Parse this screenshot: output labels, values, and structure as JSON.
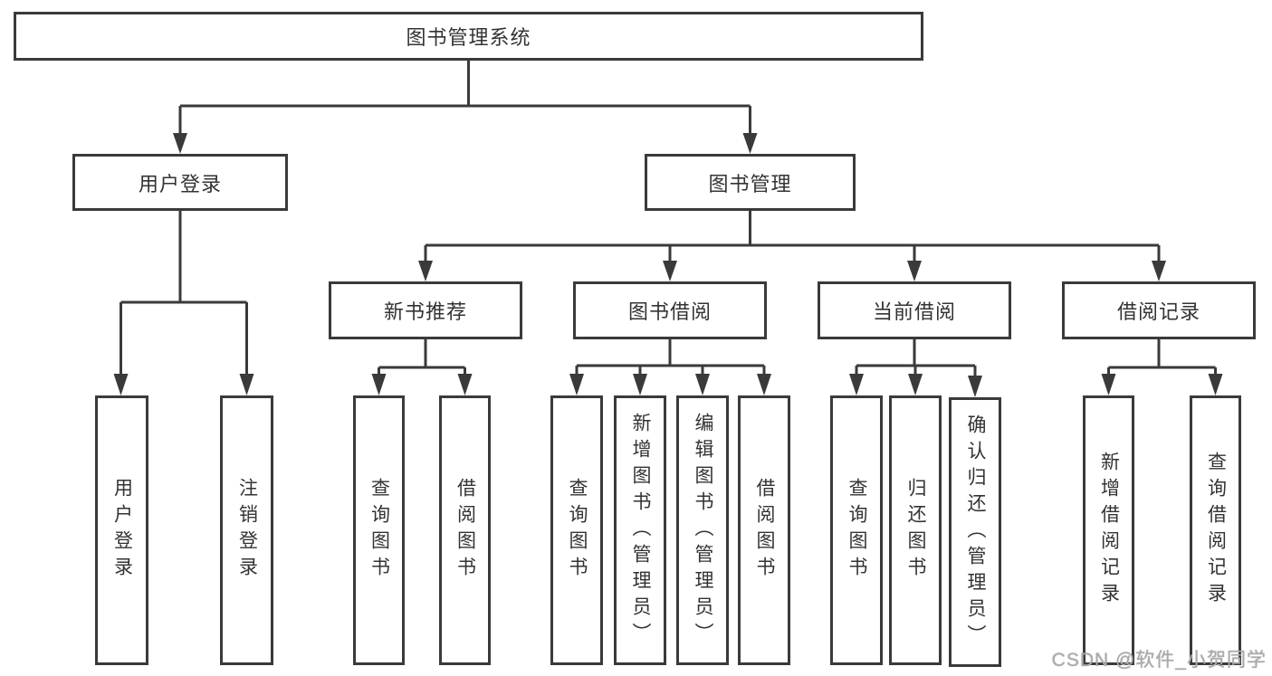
{
  "tree": {
    "root": {
      "label": "图书管理系统"
    },
    "branches": [
      {
        "label": "用户登录",
        "children": [
          {
            "label": "用户登录"
          },
          {
            "label": "注销登录"
          }
        ]
      },
      {
        "label": "图书管理",
        "children": [
          {
            "label": "新书推荐",
            "children": [
              {
                "label": "查询图书"
              },
              {
                "label": "借阅图书"
              }
            ]
          },
          {
            "label": "图书借阅",
            "children": [
              {
                "label": "查询图书"
              },
              {
                "label": "新增图书（管理员）"
              },
              {
                "label": "编辑图书（管理员）"
              },
              {
                "label": "借阅图书"
              }
            ]
          },
          {
            "label": "当前借阅",
            "children": [
              {
                "label": "查询图书"
              },
              {
                "label": "归还图书"
              },
              {
                "label": "确认归还（管理员）"
              }
            ]
          },
          {
            "label": "借阅记录",
            "children": [
              {
                "label": "新增借阅记录"
              },
              {
                "label": "查询借阅记录"
              }
            ]
          }
        ]
      }
    ]
  },
  "watermark": {
    "text": "CSDN @软件_小贺同学"
  },
  "colors": {
    "line": "#3a3a3a",
    "text": "#333333",
    "watermark": "#ababab",
    "background": "#ffffff"
  }
}
